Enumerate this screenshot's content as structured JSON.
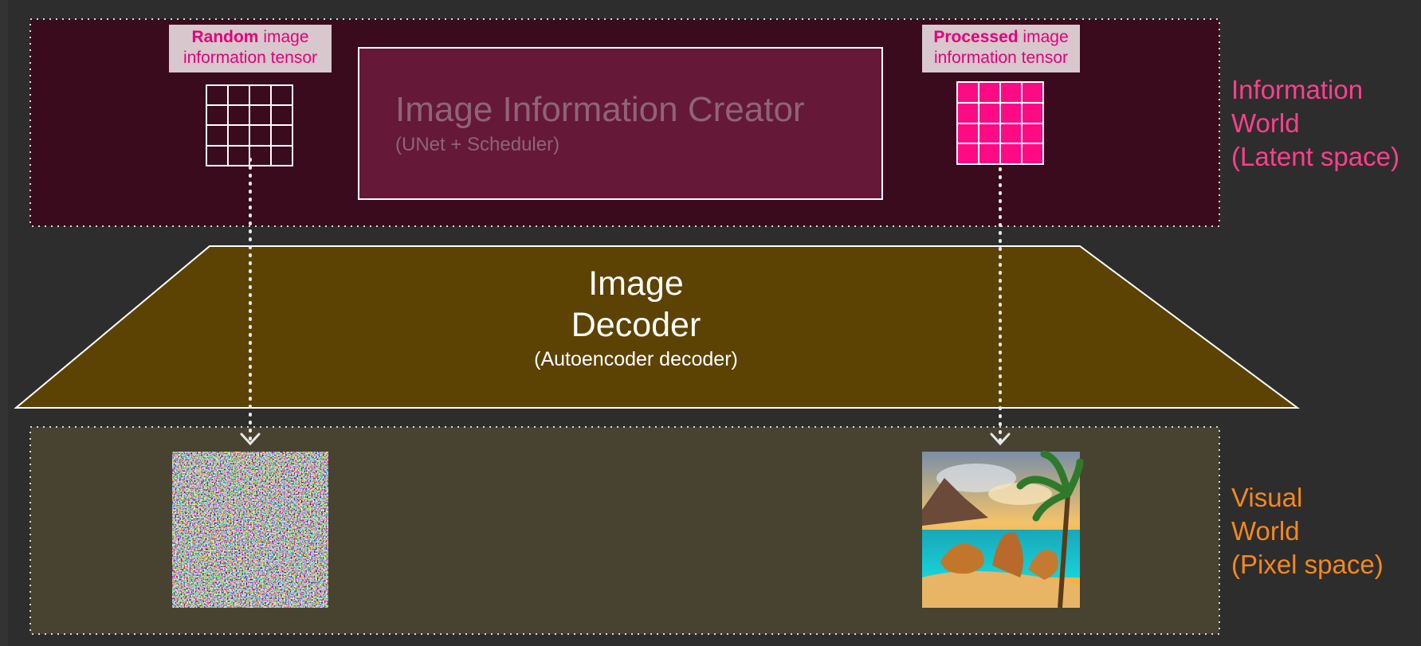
{
  "colors": {
    "background": "#2d2d2d",
    "latent_panel": "#3a0b1d",
    "creator_box": "#661838",
    "decoder_fill": "#5c4303",
    "pixel_panel": "#484230",
    "pink": "#e4007c",
    "latent_label": "#ff3f8e",
    "visual_label": "#f5881c",
    "dotted": "#e8e8e8"
  },
  "latent": {
    "random_tensor": {
      "bold": "Random",
      "rest": " image",
      "line2": "information tensor"
    },
    "processed_tensor": {
      "bold": "Processed",
      "rest": " image",
      "line2": "information tensor"
    },
    "creator": {
      "title": "Image Information Creator",
      "subtitle": "(UNet + Scheduler)"
    },
    "world_label": {
      "line1": "Information",
      "line2": "World",
      "line3": "(Latent space)"
    }
  },
  "decoder": {
    "line1": "Image",
    "line2": "Decoder",
    "subtitle": "(Autoencoder decoder)"
  },
  "pixel": {
    "world_label": {
      "line1": "Visual",
      "line2": "World",
      "line3": "(Pixel space)"
    },
    "left_image": "noise-image",
    "right_image": "beach-image"
  }
}
